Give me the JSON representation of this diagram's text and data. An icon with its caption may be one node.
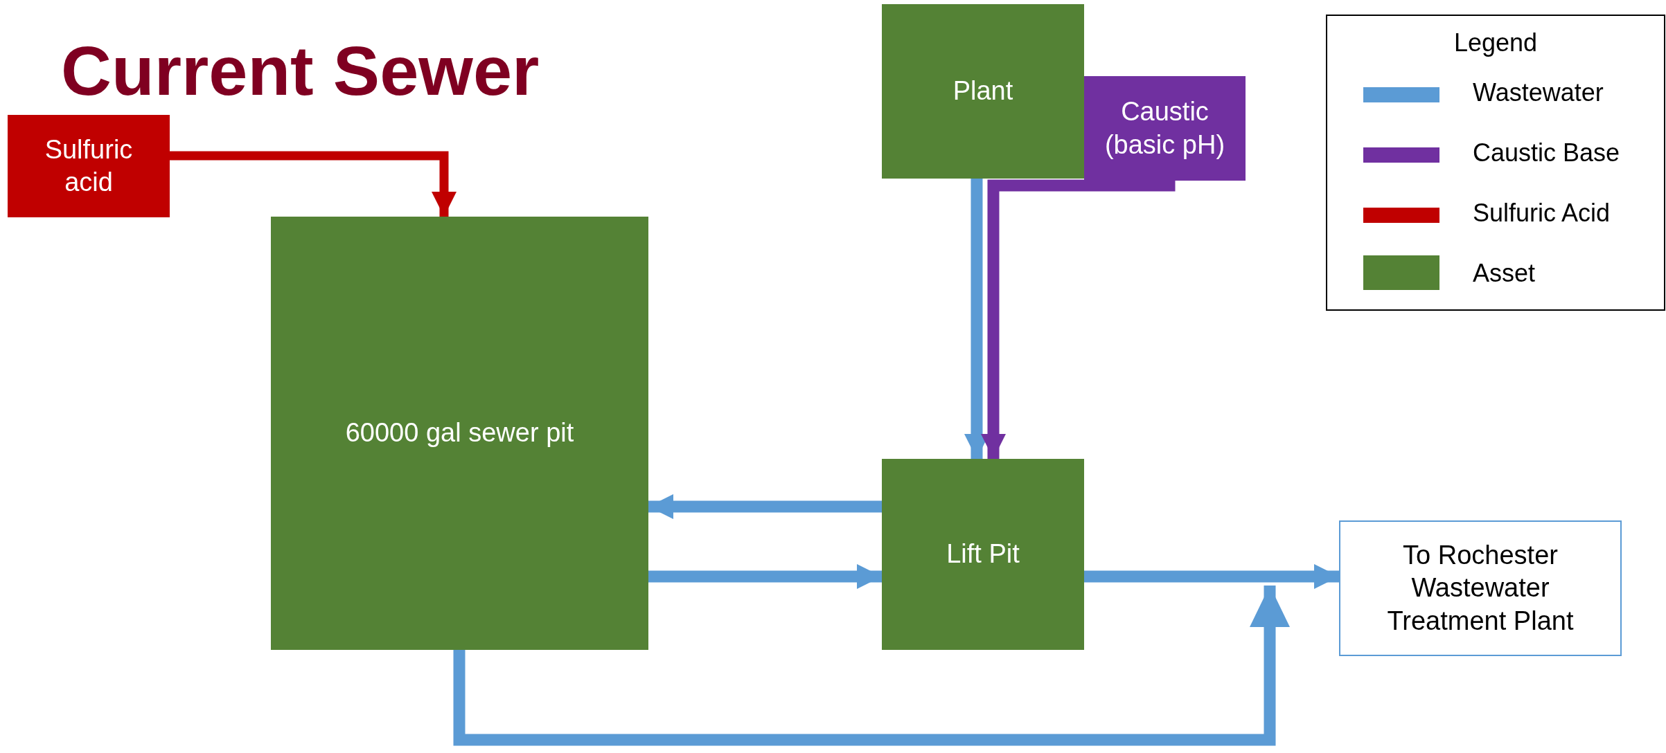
{
  "diagram": {
    "title": "Current Sewer",
    "nodes": [
      {
        "text": [
          "Sulfuric acid"
        ]
      },
      {
        "text": [
          "60000 gal sewer pit"
        ]
      },
      {
        "text": [
          "Plant"
        ]
      },
      {
        "text": [
          "Caustic (basic pH)"
        ]
      },
      {
        "text": [
          "Lift Pit"
        ]
      },
      {
        "text": [
          "To Rochester Wastewater Treatment Plant"
        ]
      }
    ],
    "edges": [
      {
        "from": 0,
        "to": 1,
        "arrow": "to",
        "color": "#c00000"
      },
      {
        "from": 2,
        "to": 4,
        "arrow": "to"
      },
      {
        "from": 3,
        "to": 4,
        "arrow": "to",
        "color": "#7030a0"
      },
      {
        "from": 4,
        "to": 1,
        "arrow": "to"
      },
      {
        "from": 1,
        "to": 4,
        "arrow": "to"
      },
      {
        "from": 4,
        "to": 5,
        "arrow": "to"
      },
      {
        "from": 1,
        "to": 5,
        "arrow": "to"
      }
    ],
    "labels": [
      "Legend"
    ],
    "legend": [
      {
        "text": "Wastewater",
        "color": "#5b9bd5"
      },
      {
        "text": "Caustic Base",
        "color": "#7030a0"
      },
      {
        "text": "Sulfuric Acid",
        "color": "#c00000"
      },
      {
        "text": "Asset",
        "color": "#548235"
      }
    ]
  }
}
